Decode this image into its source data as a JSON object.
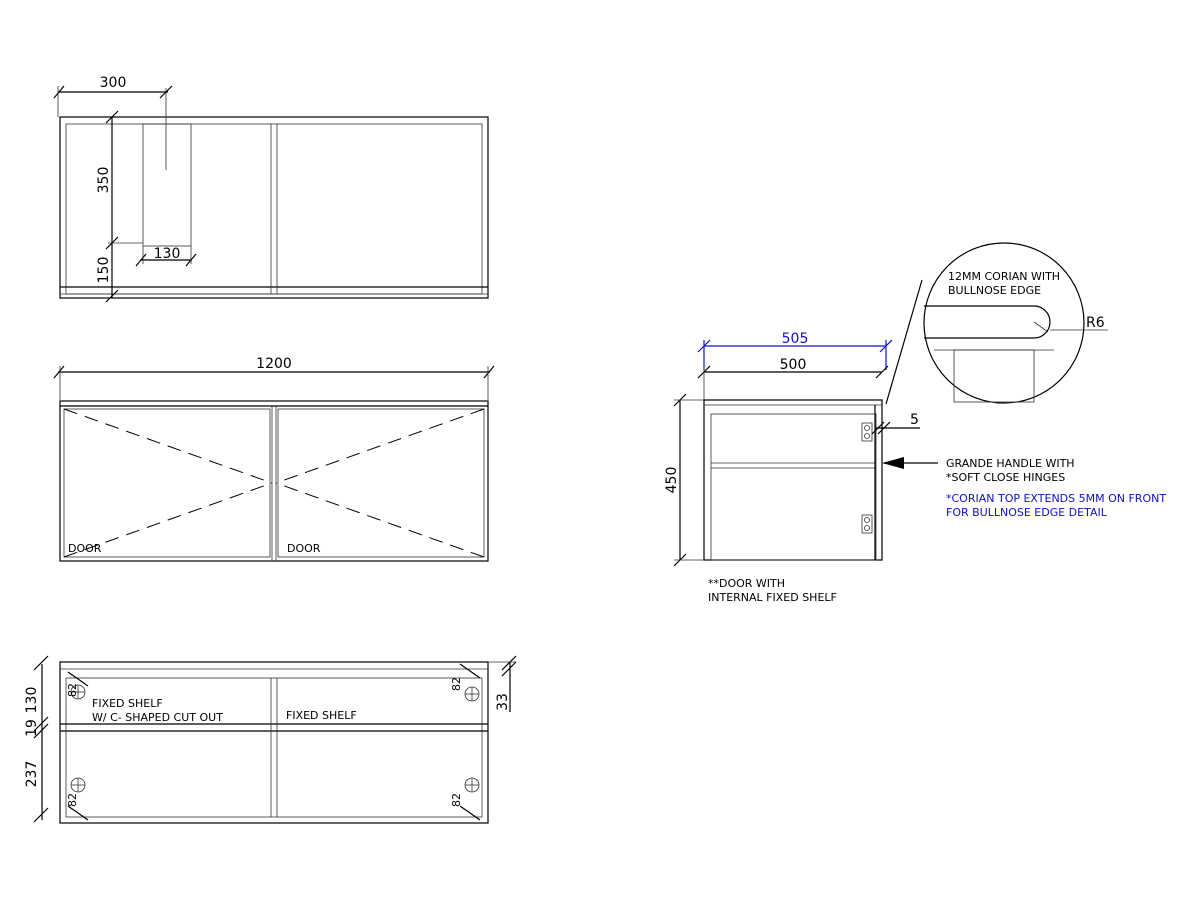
{
  "plan_view": {
    "dim_width": "300",
    "dim_height": "350",
    "dim_cutout": "130",
    "dim_bottom": "150"
  },
  "front_view": {
    "dim_total": "1200",
    "door_left": "DOOR",
    "door_right": "DOOR"
  },
  "section_view": {
    "dim_left_top": "130",
    "dim_left_mid": "19",
    "dim_left_bottom": "237",
    "dim_right": "33",
    "hole_tl": "82",
    "hole_tr": "82",
    "hole_bl": "82",
    "hole_br": "82",
    "shelf_left_1": "FIXED SHELF",
    "shelf_left_2": "W/ C- SHAPED CUT OUT",
    "shelf_right": "FIXED SHELF"
  },
  "side_view": {
    "dim_top_blue": "505",
    "dim_top": "500",
    "dim_height": "450",
    "dim_offset": "5",
    "detail_note_1": "12MM CORIAN WITH",
    "detail_note_2": "BULLNOSE EDGE",
    "detail_radius": "R6",
    "handle_note_1": "GRANDE HANDLE WITH",
    "handle_note_2": "*SOFT CLOSE HINGES",
    "corian_note_1": "*CORIAN TOP EXTENDS 5MM ON FRONT",
    "corian_note_2": "FOR BULLNOSE EDGE DETAIL",
    "door_note_1": "**DOOR WITH",
    "door_note_2": "INTERNAL FIXED SHELF"
  },
  "colors": {
    "line": "#000000",
    "accent_blue": "#1010c8",
    "background": "#ffffff"
  }
}
